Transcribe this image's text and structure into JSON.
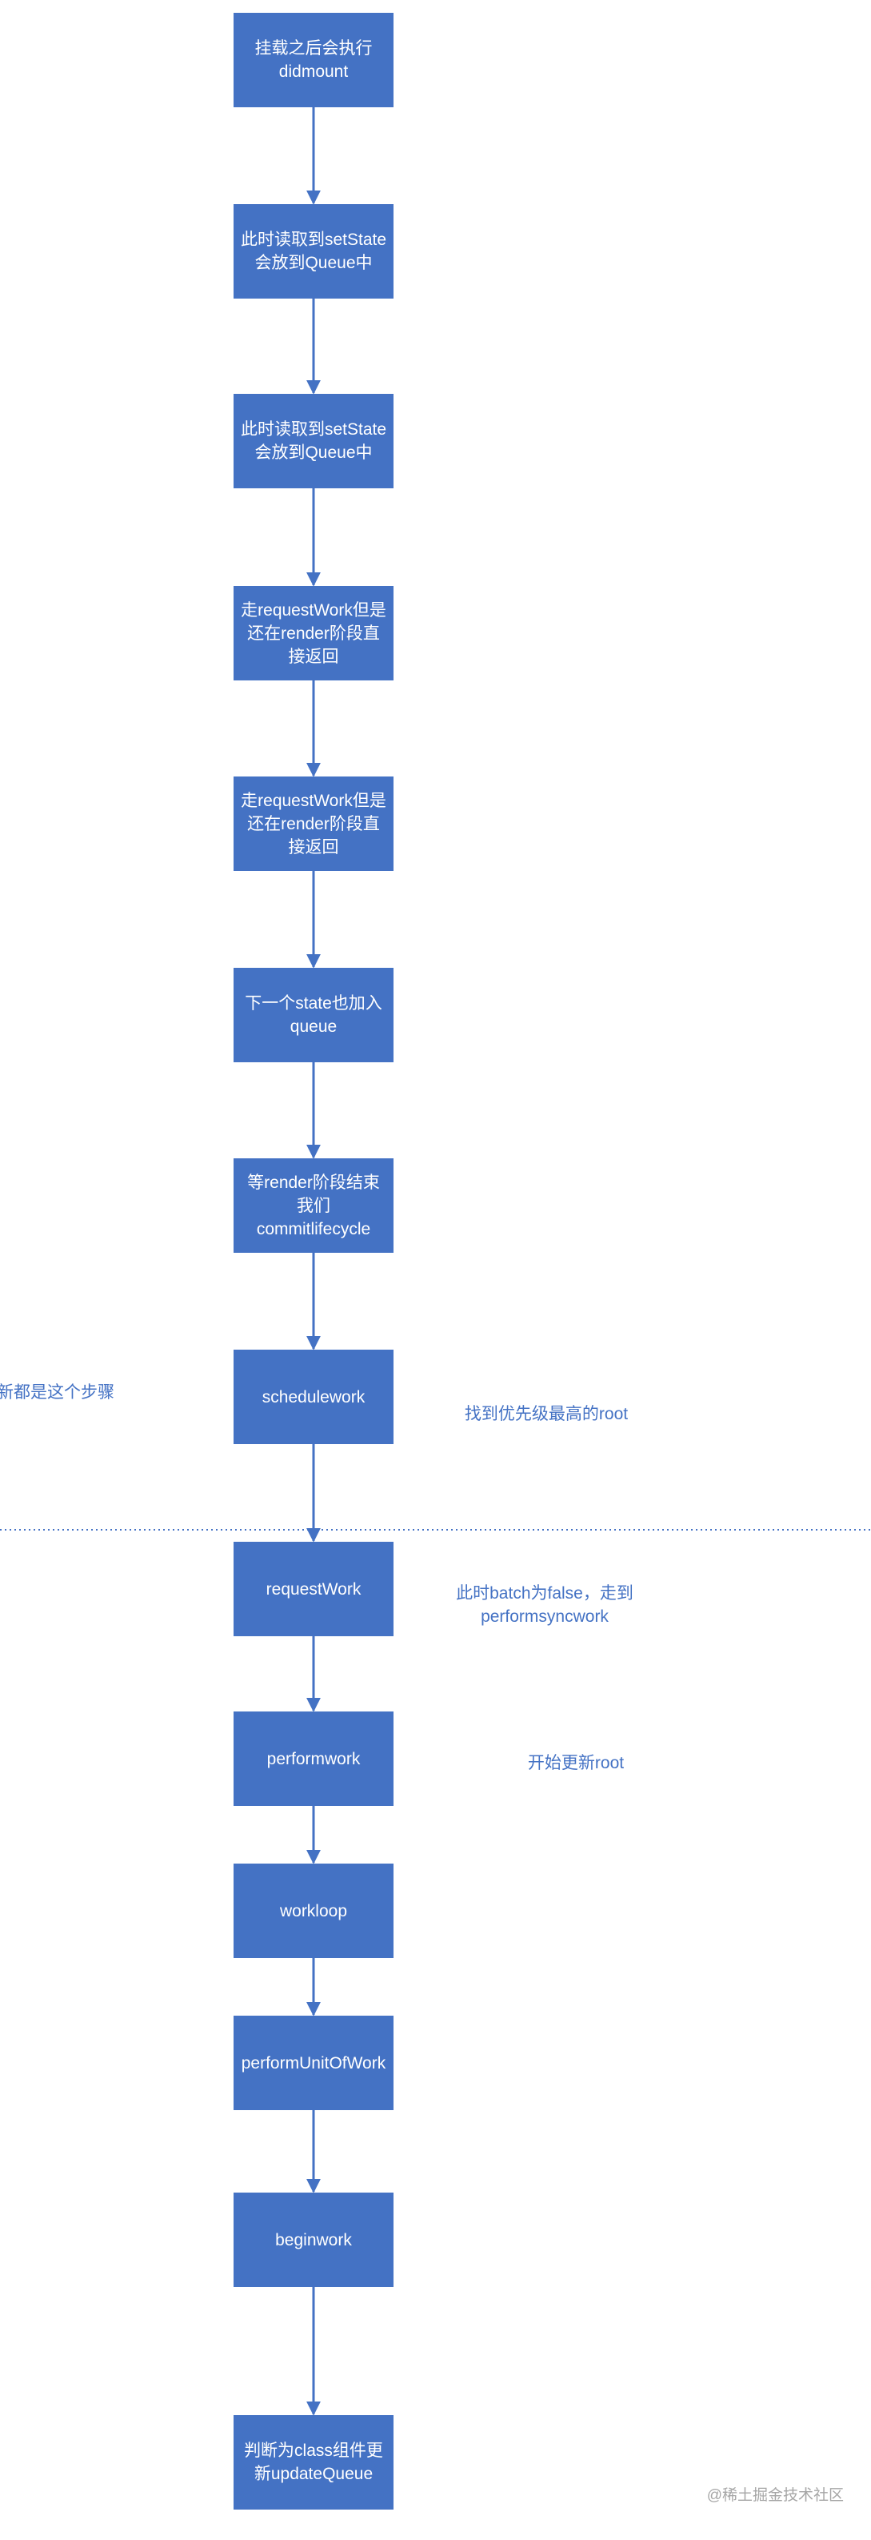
{
  "colors": {
    "node_fill": "#4472c4",
    "node_text": "#ffffff",
    "note_text": "#4472c4",
    "connector": "#4472c4",
    "divider": "#4472c4",
    "watermark": "#a6a6a6"
  },
  "nodes": [
    {
      "id": "n1",
      "label": "挂载之后会执行\ndidmount"
    },
    {
      "id": "n2",
      "label": "此时读取到setState\n会放到Queue中"
    },
    {
      "id": "n3",
      "label": "此时读取到setState\n会放到Queue中"
    },
    {
      "id": "n4",
      "label": "走requestWork但是\n还在render阶段直\n接返回"
    },
    {
      "id": "n5",
      "label": "走requestWork但是\n还在render阶段直\n接返回"
    },
    {
      "id": "n6",
      "label": "下一个state也加入\nqueue"
    },
    {
      "id": "n7",
      "label": "等render阶段结束\n我们\ncommitlifecycle"
    },
    {
      "id": "n8",
      "label": "schedulework"
    },
    {
      "id": "n9",
      "label": "requestWork"
    },
    {
      "id": "n10",
      "label": "performwork"
    },
    {
      "id": "n11",
      "label": "workloop"
    },
    {
      "id": "n12",
      "label": "performUnitOfWork"
    },
    {
      "id": "n13",
      "label": "beginwork"
    },
    {
      "id": "n14",
      "label": "判断为class组件更\n新updateQueue"
    }
  ],
  "notes": {
    "left_partial": "新都是这个步骤",
    "schedulework": "找到优先级最高的root",
    "requestwork": "此时batch为false，走到\nperformsyncwork",
    "performwork": "开始更新root"
  },
  "watermark": "@稀土掘金技术社区"
}
